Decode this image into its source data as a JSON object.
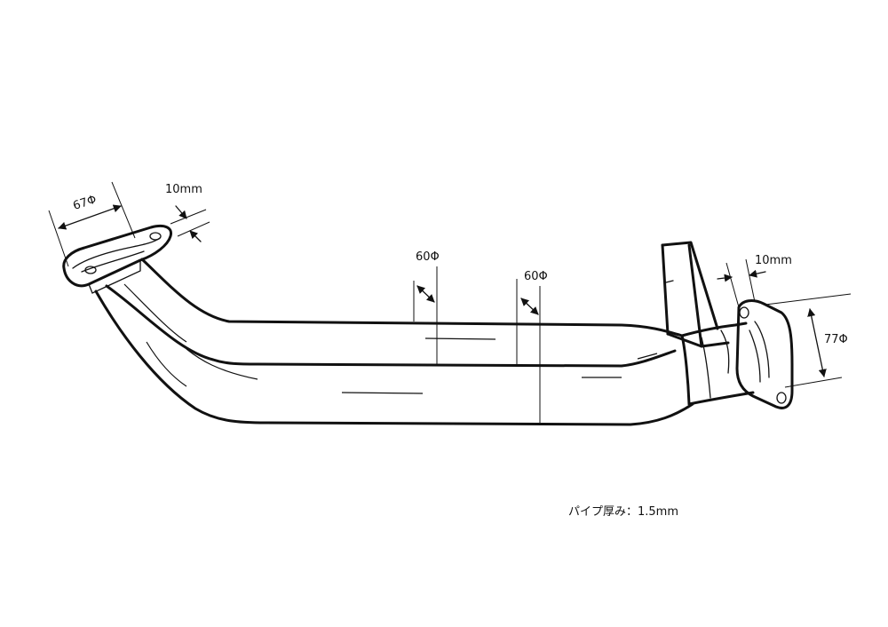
{
  "dimensions": {
    "inlet_diameter": "67Φ",
    "inlet_flange_thickness": "10mm",
    "pipe_diameter_1": "60Φ",
    "pipe_diameter_2": "60Φ",
    "outlet_flange_thickness": "10mm",
    "outlet_diameter": "77Φ"
  },
  "note": "パイプ厚み：1.5mm"
}
